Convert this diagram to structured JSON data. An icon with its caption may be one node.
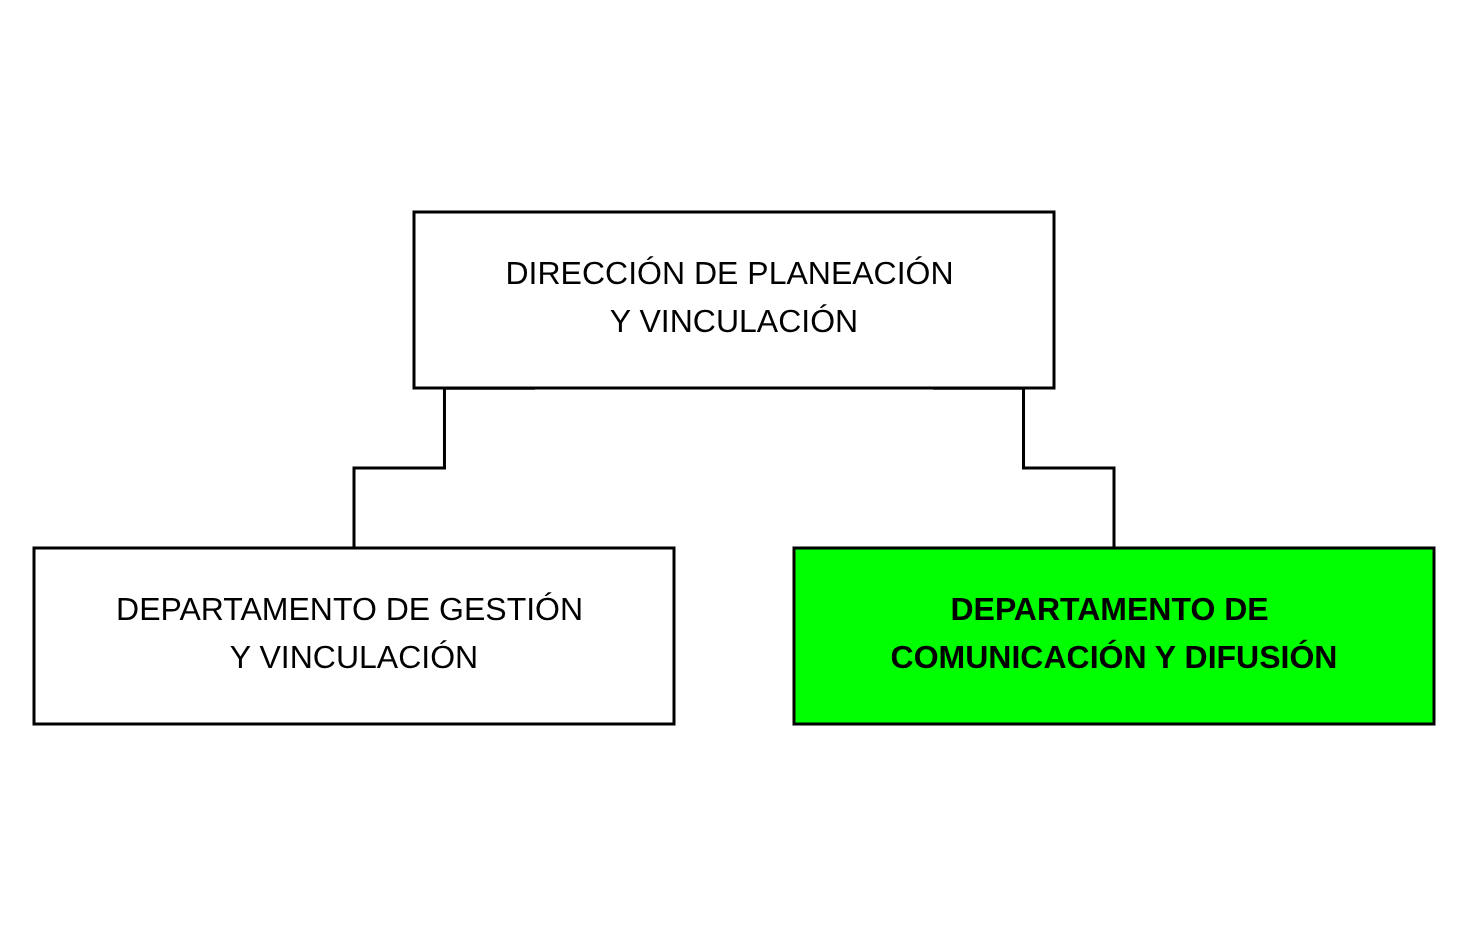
{
  "diagram": {
    "nodes": [
      {
        "text": [
          "DIRECCIÓN DE PLANEACIÓN Y VINCULACIÓN"
        ]
      },
      {
        "text": [
          "DEPARTAMENTO DE GESTIÓN Y VINCULACIÓN"
        ]
      },
      {
        "text": [
          "DEPARTAMENTO DE COMUNICACIÓN Y DIFUSIÓN"
        ]
      }
    ],
    "edges": [
      {
        "from": 0,
        "to": 1,
        "arrow": "none"
      },
      {
        "from": 0,
        "to": 2,
        "arrow": "none"
      }
    ]
  }
}
